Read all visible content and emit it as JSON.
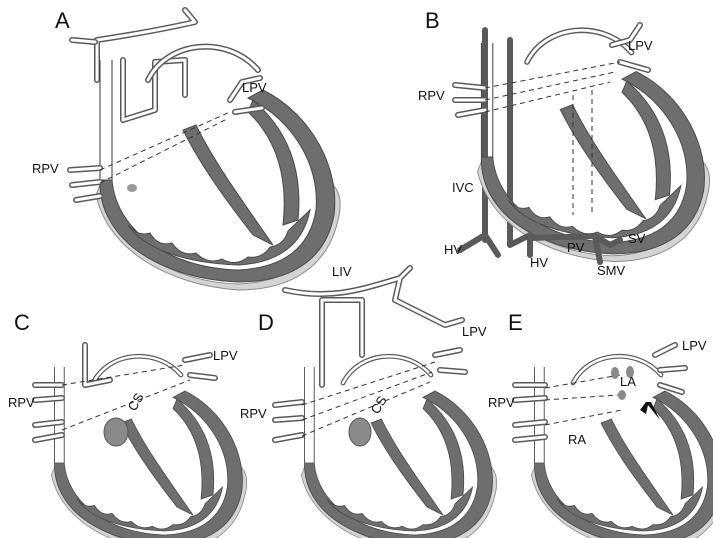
{
  "panels": {
    "a": {
      "letter": "A",
      "labels": {
        "rpv": "RPV",
        "lpv": "LPV"
      }
    },
    "b": {
      "letter": "B",
      "labels": {
        "rpv": "RPV",
        "lpv": "LPV",
        "ivc": "IVC",
        "hv_left": "HV",
        "hv_right": "HV",
        "pv": "PV",
        "sv": "SV",
        "smv": "SMV"
      }
    },
    "c": {
      "letter": "C",
      "labels": {
        "rpv": "RPV",
        "lpv": "LPV",
        "cs": "CS"
      }
    },
    "d": {
      "letter": "D",
      "labels": {
        "rpv": "RPV",
        "lpv": "LPV",
        "cs": "CS",
        "liv": "LIV"
      }
    },
    "e": {
      "letter": "E",
      "labels": {
        "rpv": "RPV",
        "lpv": "LPV",
        "la": "LA",
        "ra": "RA"
      }
    }
  },
  "colors": {
    "wall": "#6e6e6e",
    "shadow": "#d4d4d4",
    "line": "#333333"
  }
}
